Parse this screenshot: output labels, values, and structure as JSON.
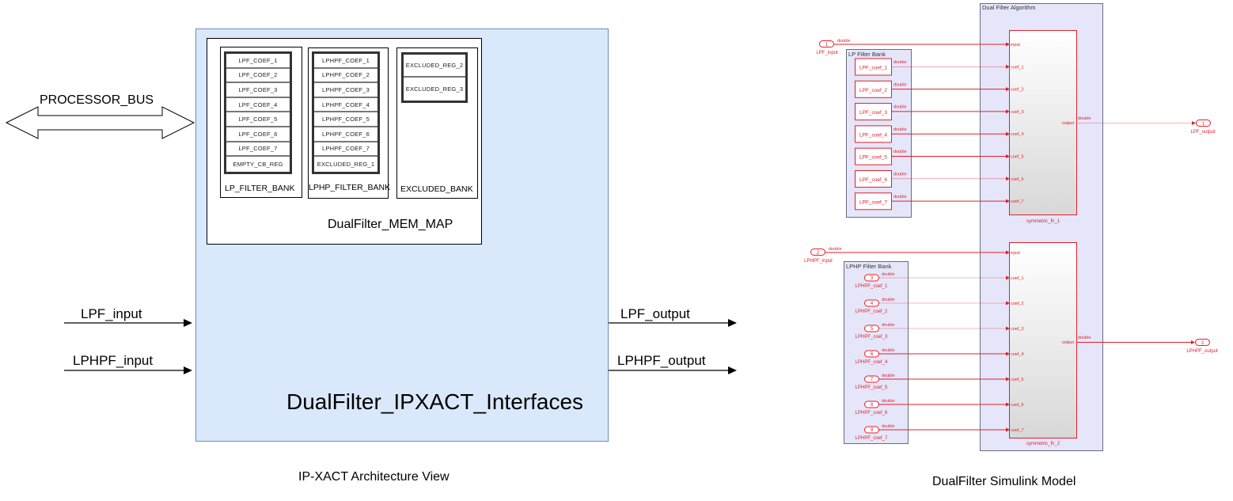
{
  "ipxact": {
    "caption": "IP-XACT Architecture View",
    "component_title": "DualFilter_IPXACT_Interfaces",
    "bus_label": "PROCESSOR_BUS",
    "memory_map": {
      "title": "DualFilter_MEM_MAP",
      "banks": [
        {
          "name": "LP_FILTER_BANK",
          "registers": [
            "LPF_COEF_1",
            "LPF_COEF_2",
            "LPF_COEF_3",
            "LPF_COEF_4",
            "LPF_COEF_5",
            "LPF_COEF_6",
            "LPF_COEF_7",
            "EMPTY_CB_REG"
          ]
        },
        {
          "name": "LPHP_FILTER_BANK",
          "registers": [
            "LPHPF_COEF_1",
            "LPHPF_COEF_2",
            "LPHPF_COEF_3",
            "LPHPF_COEF_4",
            "LPHPF_COEF_5",
            "LPHPF_COEF_6",
            "LPHPF_COEF_7",
            "EXCLUDED_REG_1"
          ]
        },
        {
          "name": "EXCLUDED_BANK",
          "registers": [
            "EXCLUDED_REG_2",
            "EXCLUDED_REG_3"
          ]
        }
      ]
    },
    "inputs": [
      "LPF_input",
      "LPHPF_input"
    ],
    "outputs": [
      "LPF_output",
      "LPHPF_output"
    ]
  },
  "simulink": {
    "caption": "DualFilter Simulink Model",
    "subsystem_title": "Dual Filter Algorithm",
    "signal_type": "double",
    "colors": {
      "signal": "#e0202a",
      "subsystem_bg": "#e6e6fa",
      "subsystem_border": "#6b6b80"
    },
    "lpf": {
      "inport": {
        "number": "1",
        "name": "LPF_input"
      },
      "bank_title": "LP Filter Bank",
      "constants": [
        "LPF_coef_1",
        "LPF_coef_2",
        "LPF_coef_3",
        "LPF_coef_4",
        "LPF_coef_5",
        "LPF_coef_6",
        "LPF_coef_7"
      ],
      "block_name": "symmetric_fir_1",
      "block_inputs": [
        "input",
        "coef_1",
        "coef_2",
        "coef_3",
        "coef_4",
        "coef_5",
        "coef_6",
        "coef_7"
      ],
      "block_output": "output",
      "outport": {
        "number": "1",
        "name": "LPF_output"
      }
    },
    "lphpf": {
      "inport": {
        "number": "2",
        "name": "LPHPF_input"
      },
      "bank_title": "LPHP Filter Bank",
      "coef_inports": [
        {
          "number": "3",
          "name": "LPHPF_coef_1"
        },
        {
          "number": "4",
          "name": "LPHPF_coef_2"
        },
        {
          "number": "5",
          "name": "LPHPF_coef_3"
        },
        {
          "number": "6",
          "name": "LPHPF_coef_4"
        },
        {
          "number": "7",
          "name": "LPHPF_coef_5"
        },
        {
          "number": "8",
          "name": "LPHPF_coef_6"
        },
        {
          "number": "9",
          "name": "LPHPF_coef_7"
        }
      ],
      "block_name": "symmetric_fir_2",
      "block_inputs": [
        "input",
        "coef_1",
        "coef_2",
        "coef_3",
        "coef_4",
        "coef_5",
        "coef_6",
        "coef_7"
      ],
      "block_output": "output",
      "outport": {
        "number": "2",
        "name": "LPHPF_output"
      }
    }
  }
}
